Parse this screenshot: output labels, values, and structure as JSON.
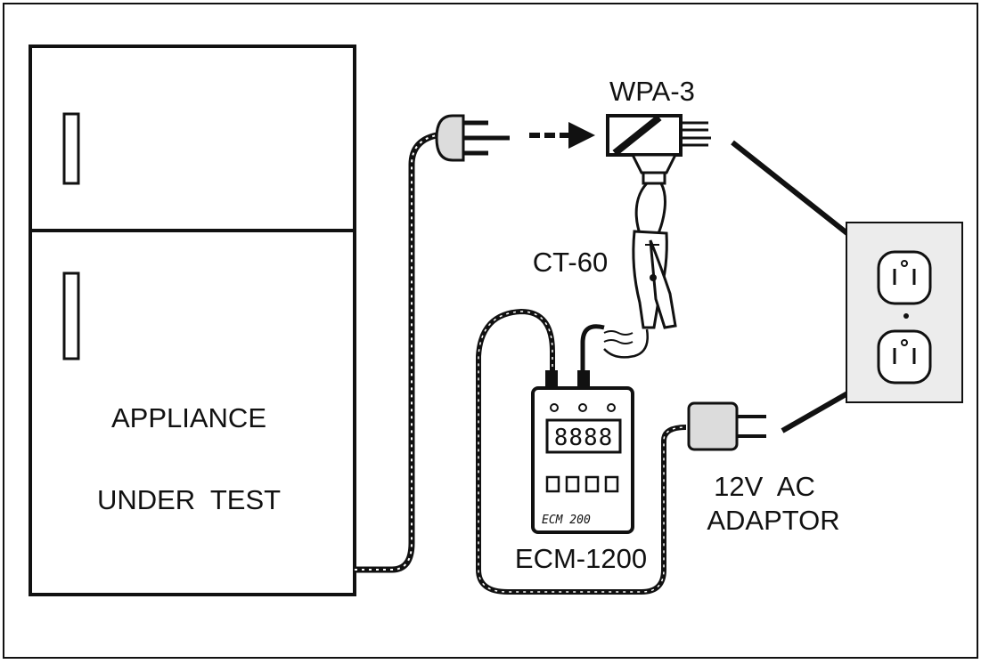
{
  "labels": {
    "wpa": "WPA-3",
    "ct": "CT-60",
    "appliance_line1": "APPLIANCE",
    "appliance_line2": "UNDER  TEST",
    "ecm": "ECM-1200",
    "adaptor_line1": "12V  AC",
    "adaptor_line2": "ADAPTOR",
    "display": "8888",
    "device_print": "ECM 200"
  },
  "colors": {
    "ink": "#111111",
    "outlet_plate": "#ececec",
    "plug_fill": "#dcdcdc",
    "background": "#ffffff"
  }
}
